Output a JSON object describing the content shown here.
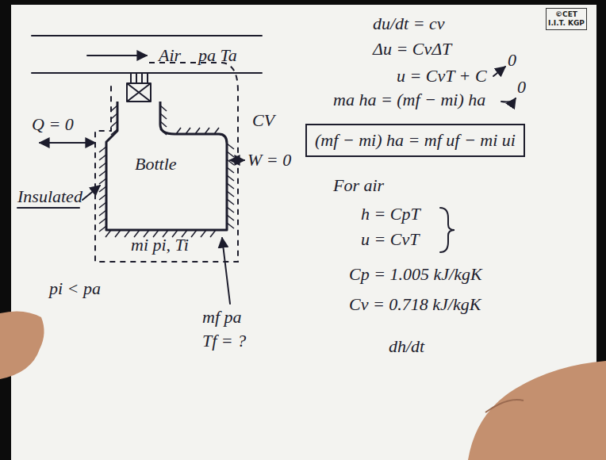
{
  "diagram": {
    "nodes": [
      {
        "text": [
          "©CET I.I.T. KGP"
        ]
      },
      {
        "text": [
          "CV"
        ]
      },
      {
        "text": [
          "Bottle"
        ],
        "in": 1
      },
      {
        "text": [
          "(mf − mi) ha = mf uf − mi ui"
        ]
      }
    ],
    "labels": [
      "Air",
      "pa Ta",
      "du/dt = cv",
      "Δu = CvΔT",
      "u = CvT + C",
      "0",
      "ma ha = (mf − mi) ha",
      "0",
      "For air",
      "h = CpT",
      "u = CvT",
      "Cp = 1.005 kJ/kgK",
      "Cv = 0.718 kJ/kgK",
      "dh/dt",
      "Q = 0",
      "Insulated",
      "W = 0",
      "mi pi, Ti",
      "pi < pa",
      "mf pa",
      "Tf = ?"
    ]
  }
}
